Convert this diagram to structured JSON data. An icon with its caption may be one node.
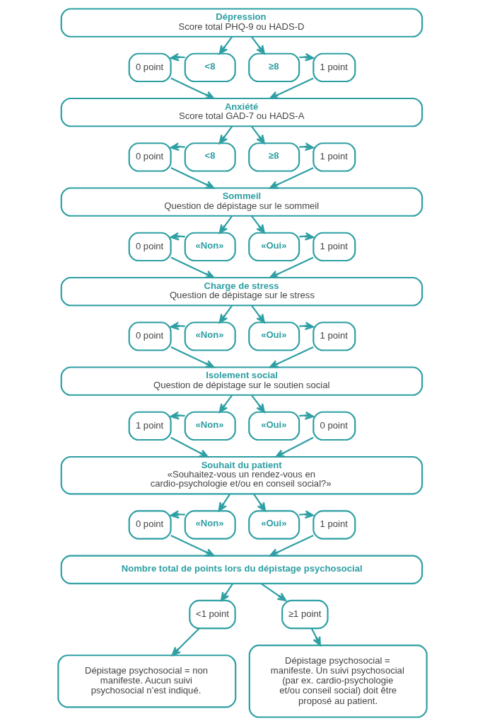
{
  "diagram": {
    "nodes": [
      {
        "text": [
          "Dépression",
          "Score total PHQ-9 ou HADS-D"
        ]
      },
      {
        "text": [
          "0 point"
        ]
      },
      {
        "text": [
          "<8"
        ]
      },
      {
        "text": [
          "≥8"
        ]
      },
      {
        "text": [
          "1 point"
        ]
      },
      {
        "text": [
          "Anxiété",
          "Score total GAD-7 ou HADS-A"
        ]
      },
      {
        "text": [
          "0 point"
        ]
      },
      {
        "text": [
          "<8"
        ]
      },
      {
        "text": [
          "≥8"
        ]
      },
      {
        "text": [
          "1 point"
        ]
      },
      {
        "text": [
          "Sommeil",
          "Question de dépistage sur le sommeil"
        ]
      },
      {
        "text": [
          "0 point"
        ]
      },
      {
        "text": [
          "«Non»"
        ]
      },
      {
        "text": [
          "«Oui»"
        ]
      },
      {
        "text": [
          "1 point"
        ]
      },
      {
        "text": [
          "Charge de stress",
          "Question de dépistage sur le stress"
        ]
      },
      {
        "text": [
          "0 point"
        ]
      },
      {
        "text": [
          "«Non»"
        ]
      },
      {
        "text": [
          "«Oui»"
        ]
      },
      {
        "text": [
          "1 point"
        ]
      },
      {
        "text": [
          "Isolement social",
          "Question de dépistage sur le soutien social"
        ]
      },
      {
        "text": [
          "1 point"
        ]
      },
      {
        "text": [
          "«Non»"
        ]
      },
      {
        "text": [
          "«Oui»"
        ]
      },
      {
        "text": [
          "0 point"
        ]
      },
      {
        "text": [
          "Souhait du patient",
          "«Souhaitez-vous un rendez-vous en cardio-psychologie et/ou en conseil social?»"
        ]
      },
      {
        "text": [
          "0 point"
        ]
      },
      {
        "text": [
          "«Non»"
        ]
      },
      {
        "text": [
          "«Oui»"
        ]
      },
      {
        "text": [
          "1 point"
        ]
      },
      {
        "text": [
          "Nombre total de points lors du dépistage psychosocial"
        ]
      },
      {
        "text": [
          "<1 point"
        ]
      },
      {
        "text": [
          "≥1 point"
        ]
      },
      {
        "text": [
          "Dépistage psychosocial = non manifeste. Aucun suivi psychosocial n’est indiqué."
        ]
      },
      {
        "text": [
          "Dépistage psychosocial = manifeste. Un suivi psychosocial (par ex. cardio-psychologie et/ou conseil social) doit être proposé au patient."
        ]
      }
    ],
    "edges": [
      {
        "from": 0,
        "to": 2,
        "arrow": "to"
      },
      {
        "from": 0,
        "to": 3,
        "arrow": "to"
      },
      {
        "from": 2,
        "to": 1,
        "arrow": "to"
      },
      {
        "from": 3,
        "to": 4,
        "arrow": "to"
      },
      {
        "from": 1,
        "to": 5,
        "arrow": "to"
      },
      {
        "from": 4,
        "to": 5,
        "arrow": "to"
      },
      {
        "from": 5,
        "to": 7,
        "arrow": "to"
      },
      {
        "from": 5,
        "to": 8,
        "arrow": "to"
      },
      {
        "from": 7,
        "to": 6,
        "arrow": "to"
      },
      {
        "from": 8,
        "to": 9,
        "arrow": "to"
      },
      {
        "from": 6,
        "to": 10,
        "arrow": "to"
      },
      {
        "from": 9,
        "to": 10,
        "arrow": "to"
      },
      {
        "from": 10,
        "to": 12,
        "arrow": "to"
      },
      {
        "from": 10,
        "to": 13,
        "arrow": "to"
      },
      {
        "from": 12,
        "to": 11,
        "arrow": "to"
      },
      {
        "from": 13,
        "to": 14,
        "arrow": "to"
      },
      {
        "from": 11,
        "to": 15,
        "arrow": "to"
      },
      {
        "from": 14,
        "to": 15,
        "arrow": "to"
      },
      {
        "from": 15,
        "to": 17,
        "arrow": "to"
      },
      {
        "from": 15,
        "to": 18,
        "arrow": "to"
      },
      {
        "from": 17,
        "to": 16,
        "arrow": "to"
      },
      {
        "from": 18,
        "to": 19,
        "arrow": "to"
      },
      {
        "from": 16,
        "to": 20,
        "arrow": "to"
      },
      {
        "from": 19,
        "to": 20,
        "arrow": "to"
      },
      {
        "from": 20,
        "to": 22,
        "arrow": "to"
      },
      {
        "from": 20,
        "to": 23,
        "arrow": "to"
      },
      {
        "from": 22,
        "to": 21,
        "arrow": "to"
      },
      {
        "from": 23,
        "to": 24,
        "arrow": "to"
      },
      {
        "from": 21,
        "to": 25,
        "arrow": "to"
      },
      {
        "from": 24,
        "to": 25,
        "arrow": "to"
      },
      {
        "from": 25,
        "to": 27,
        "arrow": "to"
      },
      {
        "from": 25,
        "to": 28,
        "arrow": "to"
      },
      {
        "from": 27,
        "to": 26,
        "arrow": "to"
      },
      {
        "from": 28,
        "to": 29,
        "arrow": "to"
      },
      {
        "from": 26,
        "to": 30,
        "arrow": "to"
      },
      {
        "from": 29,
        "to": 30,
        "arrow": "to"
      },
      {
        "from": 30,
        "to": 31,
        "arrow": "to"
      },
      {
        "from": 30,
        "to": 32,
        "arrow": "to"
      },
      {
        "from": 31,
        "to": 33,
        "arrow": "to"
      },
      {
        "from": 32,
        "to": 34,
        "arrow": "to"
      }
    ]
  }
}
